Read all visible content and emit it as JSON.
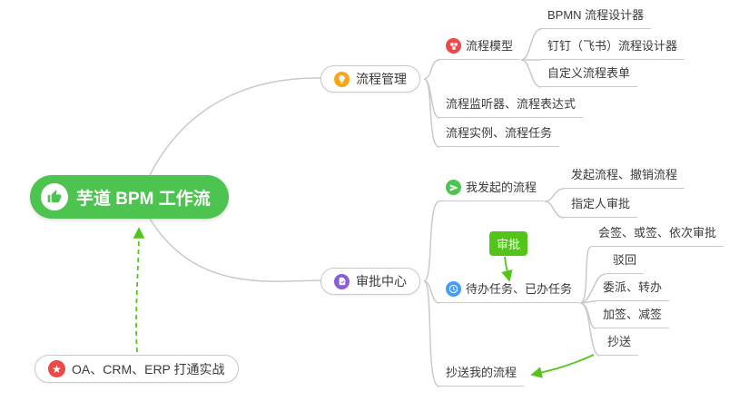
{
  "colors": {
    "root_bg": "#4dc44f",
    "accent_green": "#52c41a",
    "line_gray": "#c9c9c9",
    "icon_orange": "#f8a51b",
    "icon_red": "#ec4949",
    "icon_purple": "#8b5cd6",
    "icon_green": "#4dc44f",
    "icon_blue": "#459df5",
    "text": "#3a3a3a"
  },
  "icons": {
    "root": "thumbs-up-icon",
    "practice": "star-icon",
    "process_mgmt": "lightbulb-icon",
    "process_model": "model-blocks-icon",
    "approval_center": "document-check-icon",
    "my_initiated": "send-plane-icon",
    "todo_done": "clock-icon"
  },
  "nodes": {
    "root": {
      "label": "芋道 BPM 工作流"
    },
    "practice": {
      "label": "OA、CRM、ERP 打通实战"
    },
    "process_mgmt": {
      "label": "流程管理"
    },
    "process_model": {
      "label": "流程模型"
    },
    "bpmn_designer": {
      "label": "BPMN 流程设计器"
    },
    "dingtalk_designer": {
      "label": "钉钉（飞书）流程设计器"
    },
    "custom_form": {
      "label": "自定义流程表单"
    },
    "listener": {
      "label": "流程监听器、流程表达式"
    },
    "instance": {
      "label": "流程实例、流程任务"
    },
    "approval_center": {
      "label": "审批中心"
    },
    "my_initiated": {
      "label": "我发起的流程"
    },
    "initiate": {
      "label": "发起流程、撤销流程"
    },
    "assignee": {
      "label": "指定人审批"
    },
    "todo_done": {
      "label": "待办任务、已办任务"
    },
    "countersign": {
      "label": "会签、或签、依次审批"
    },
    "reject": {
      "label": "驳回"
    },
    "delegate": {
      "label": "委派、转办"
    },
    "addsign": {
      "label": "加签、减签"
    },
    "cc": {
      "label": "抄送"
    },
    "cc_my": {
      "label": "抄送我的流程"
    },
    "approve_tag": {
      "label": "审批"
    }
  }
}
